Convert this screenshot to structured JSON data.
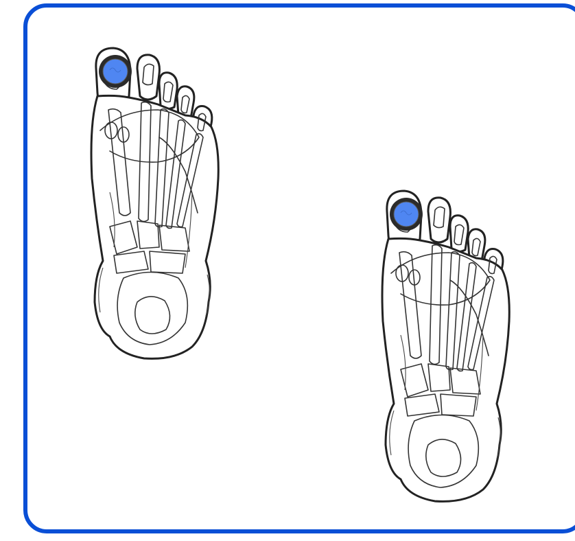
{
  "colors": {
    "frame": "#0a4fd6",
    "marker_fill": "#4f86f2",
    "marker_ring": "#2b2b2b",
    "outline": "#222222"
  },
  "feet": [
    {
      "name": "foot-left",
      "marker": "big-toe-marker"
    },
    {
      "name": "foot-right",
      "marker": "big-toe-marker"
    }
  ]
}
